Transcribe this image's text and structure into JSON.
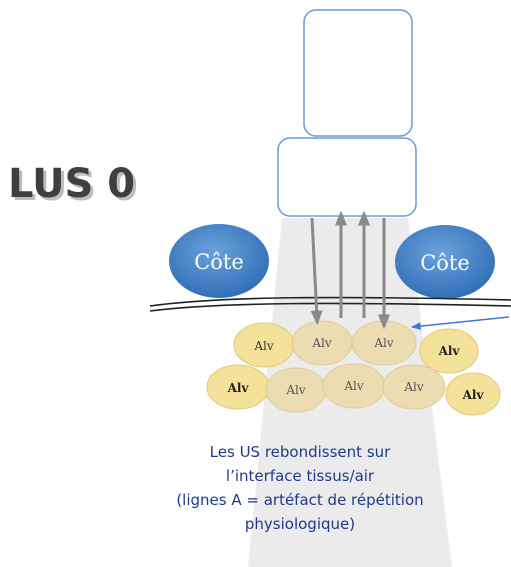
{
  "title": "LUS 0",
  "cote_label": "Côte",
  "alv_label": "Alv",
  "caption": {
    "line1": "Les US rebondissent sur",
    "line2": "l’interface tissus/air",
    "line3": "(lignes A = artéfact de répétition",
    "line4": "physiologique)"
  },
  "colors": {
    "cote_fill": "#3b7bc4",
    "alv_tan": "#ecdcb2",
    "alv_yellow": "#f5e29a",
    "probe_stroke": "#6b9cd6",
    "beam": "#e9e9e9",
    "arrow": "#8a8a8a",
    "pointer": "#3b78d8",
    "caption": "#1f3a8a"
  }
}
